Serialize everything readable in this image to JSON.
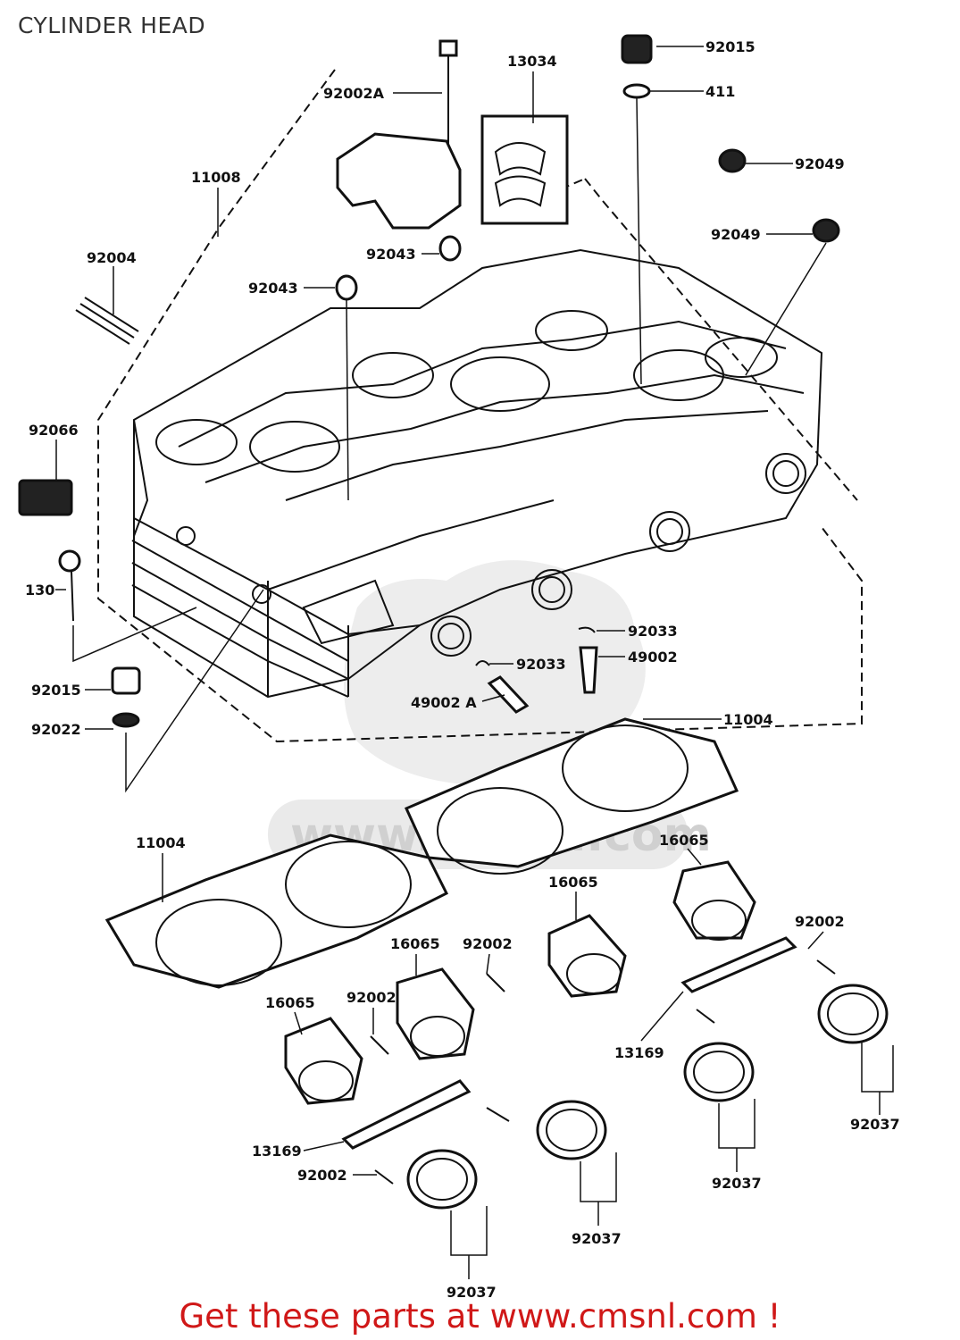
{
  "header": {
    "title": "CYLINDER HEAD"
  },
  "footer": {
    "text": "Get these parts at www.cmsnl.com !"
  },
  "watermark": {
    "text": "www.cmsnl.com"
  },
  "labels": {
    "l_92015_top": "92015",
    "l_411": "411",
    "l_13034": "13034",
    "l_92002A": "92002A",
    "l_92049_a": "92049",
    "l_92049_b": "92049",
    "l_11008": "11008",
    "l_92043_a": "92043",
    "l_92043_b": "92043",
    "l_92004": "92004",
    "l_92066": "92066",
    "l_130": "130",
    "l_92015_left": "92015",
    "l_92022": "92022",
    "l_92033_a": "92033",
    "l_49002": "49002",
    "l_92033_b": "92033",
    "l_49002A": "49002 A",
    "l_11004_right": "11004",
    "l_11004_left": "11004",
    "l_16065_a": "16065",
    "l_16065_b": "16065",
    "l_16065_c": "16065",
    "l_16065_d": "16065",
    "l_92002_a": "92002",
    "l_92002_b": "92002",
    "l_92002_c": "92002",
    "l_92002_d": "92002",
    "l_13169_a": "13169",
    "l_13169_b": "13169",
    "l_92037_a": "92037",
    "l_92037_b": "92037",
    "l_92037_c": "92037",
    "l_92037_d": "92037"
  }
}
